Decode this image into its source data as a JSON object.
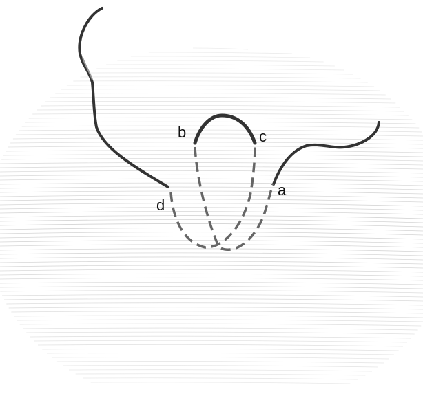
{
  "diagram": {
    "point_labels": {
      "a": "a",
      "b": "b",
      "c": "c",
      "d": "d"
    },
    "colors": {
      "background": "#ffffff",
      "solid_curve": "#333333",
      "dashed_curve": "#666666",
      "surface_lines": "#c8c8c8"
    }
  }
}
